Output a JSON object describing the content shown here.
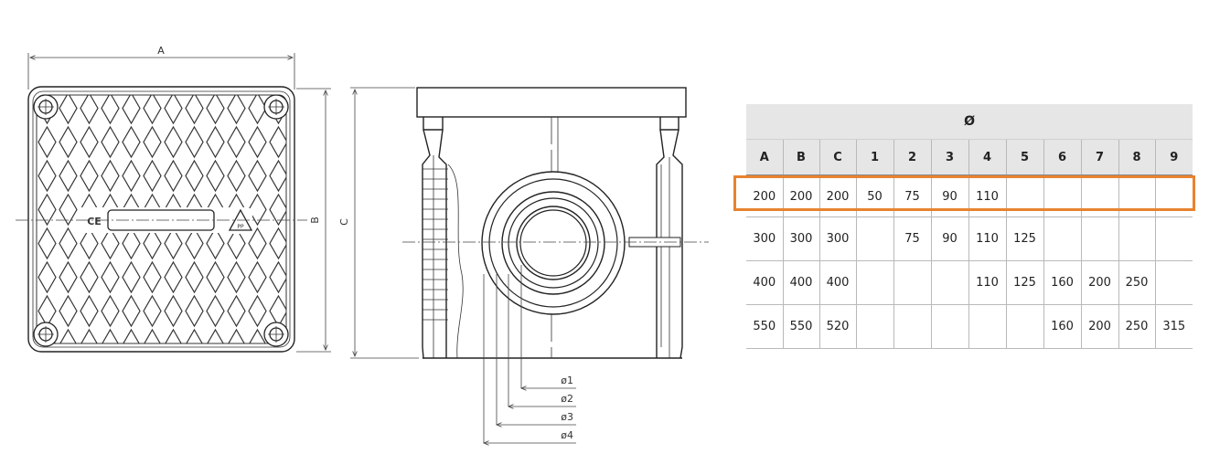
{
  "dimension_labels": {
    "a": "A",
    "b": "B",
    "c": "C",
    "d1": "ø1",
    "d2": "ø2",
    "d3": "ø3",
    "d4": "ø4"
  },
  "lid": {
    "ce_mark": "CE",
    "recycling_mark": "PP"
  },
  "table": {
    "group_header": "Ø",
    "columns": [
      "A",
      "B",
      "C",
      "1",
      "2",
      "3",
      "4",
      "5",
      "6",
      "7",
      "8",
      "9"
    ],
    "rows": [
      [
        "200",
        "200",
        "200",
        "50",
        "75",
        "90",
        "110",
        "",
        "",
        "",
        "",
        ""
      ],
      [
        "300",
        "300",
        "300",
        "",
        "75",
        "90",
        "110",
        "125",
        "",
        "",
        "",
        ""
      ],
      [
        "400",
        "400",
        "400",
        "",
        "",
        "",
        "110",
        "125",
        "160",
        "200",
        "250",
        ""
      ],
      [
        "550",
        "550",
        "520",
        "",
        "",
        "",
        "",
        "",
        "160",
        "200",
        "250",
        "315"
      ]
    ],
    "highlight_color": "#e8822f"
  }
}
